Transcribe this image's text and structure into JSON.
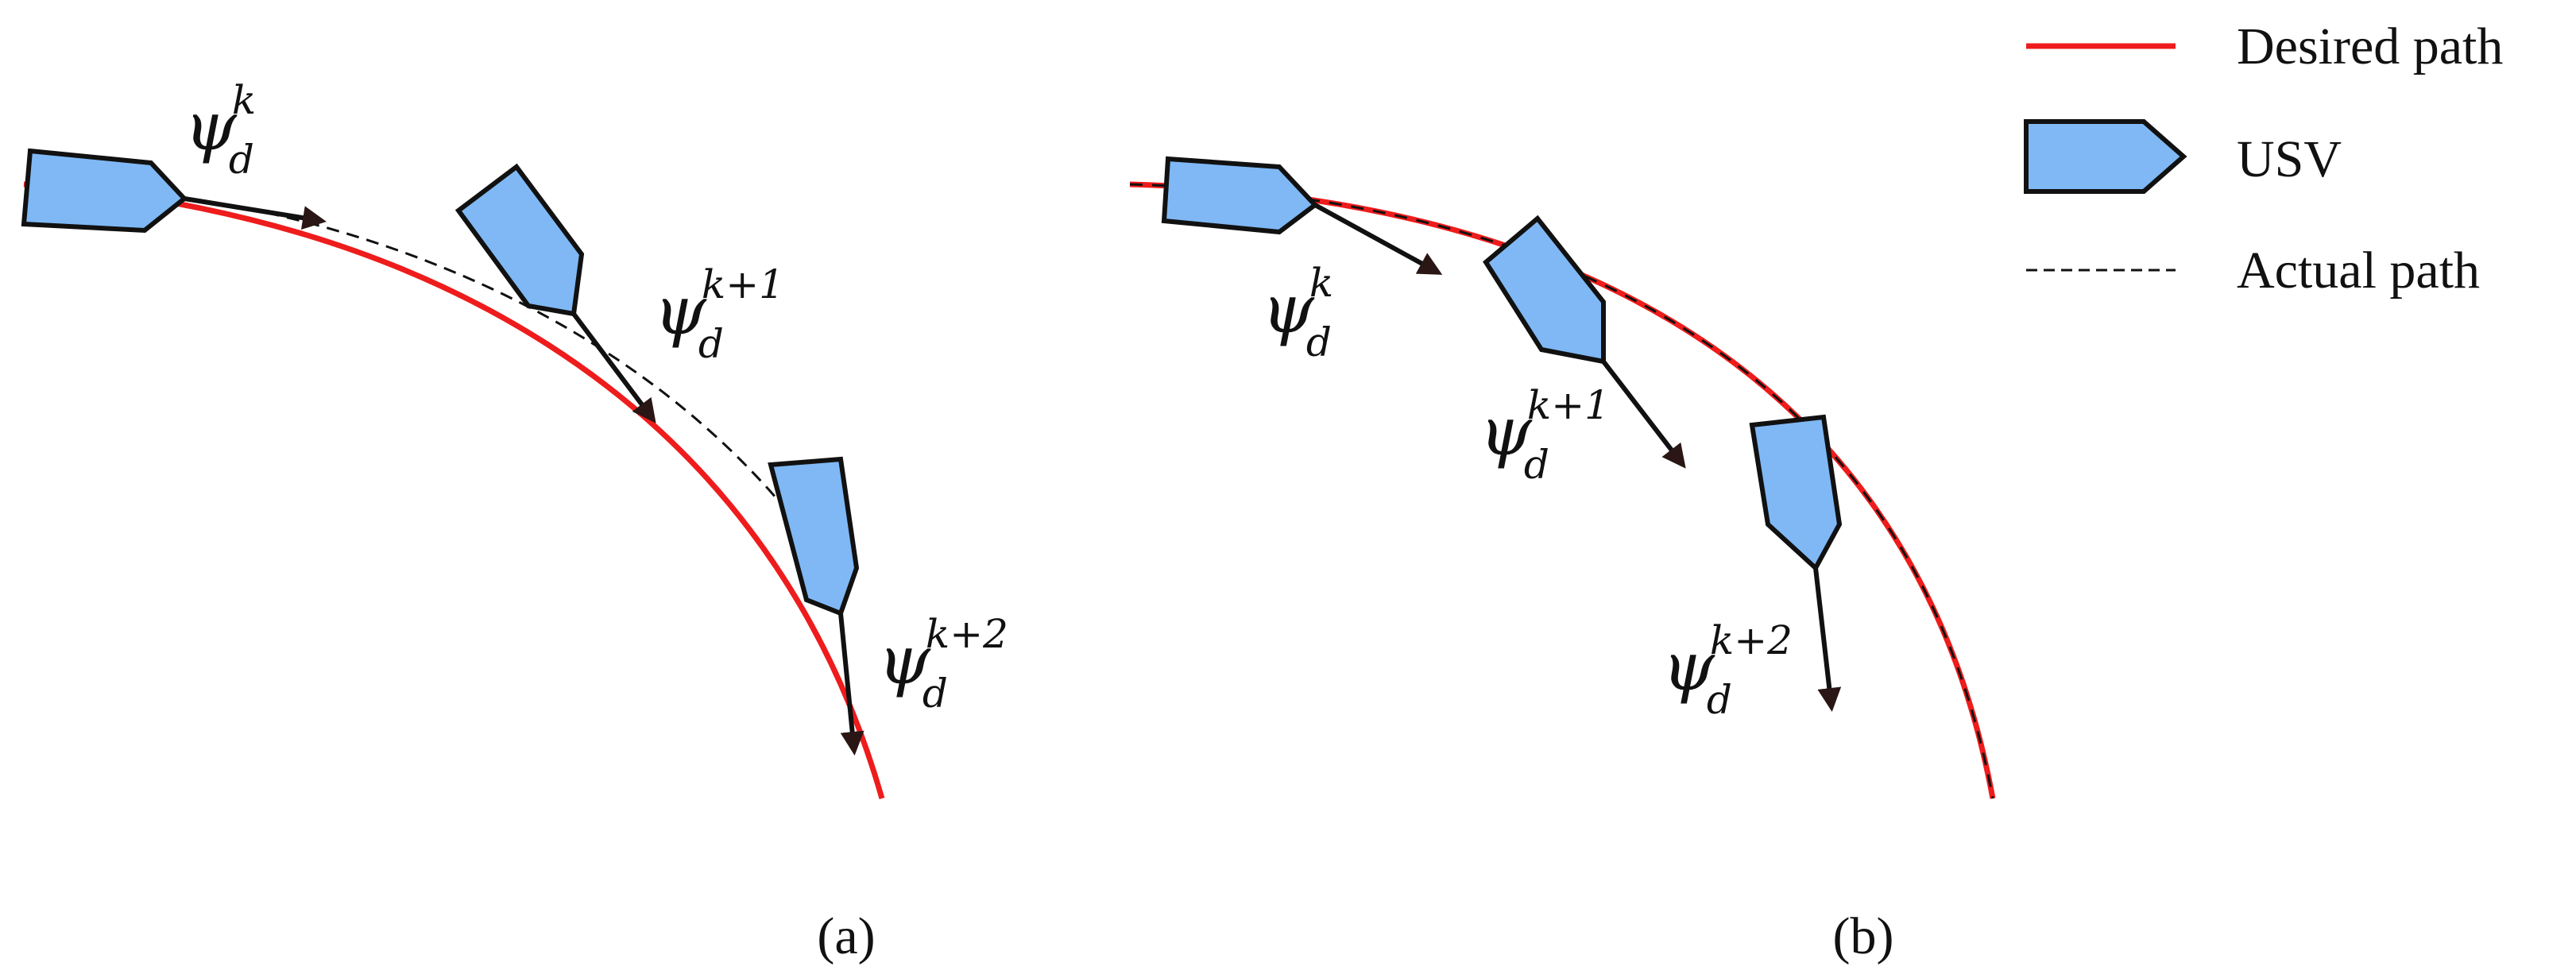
{
  "colors": {
    "desired_path": "#ee1c1c",
    "usv_fill": "#7fb8f5",
    "outline": "#111111",
    "arrow": "#2a1614"
  },
  "legend": {
    "desired_path": "Desired path",
    "usv": "USV",
    "actual_path": "Actual path"
  },
  "heading_symbol": "ψ",
  "heading_subscript": "d",
  "heading_superscripts": [
    "k",
    "k+1",
    "k+2"
  ],
  "panels": [
    {
      "caption": "(a)"
    },
    {
      "caption": "(b)"
    }
  ]
}
